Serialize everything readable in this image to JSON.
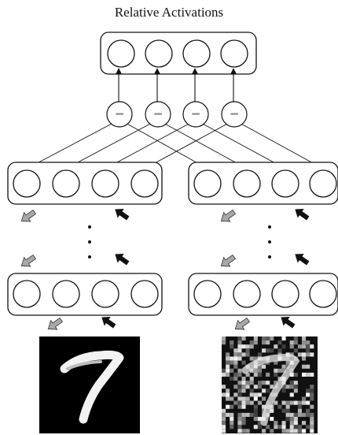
{
  "title": "Relative Activations",
  "subtract_symbol": "−",
  "continuation_symbol": "⋮",
  "colors": {
    "stroke": "#111111",
    "gray_arrow": "#a8a8a8",
    "black_arrow": "#111111",
    "minus": "#888888",
    "image_bg": "#000000",
    "digit": "#ffffff"
  },
  "icons": {
    "neuron": "circle",
    "subtract_unit": "minus-circle",
    "down_arrow": "gray-arrow-icon",
    "up_arrow": "black-arrow-icon",
    "clean_input": "mnist-digit-7",
    "noisy_input": "noisy-mnist-digit-7"
  }
}
